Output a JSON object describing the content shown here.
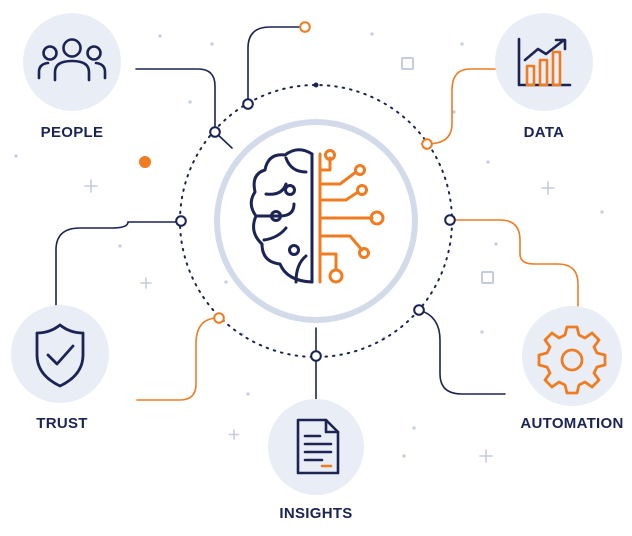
{
  "colors": {
    "navy": "#1b2455",
    "orange": "#f07c22",
    "circle_fill": "#e9edf5",
    "ring": "#d3dbea",
    "decor": "#bcc6dc"
  },
  "nodes": [
    {
      "id": "people",
      "label": "PEOPLE",
      "icon": "people-icon"
    },
    {
      "id": "data",
      "label": "DATA",
      "icon": "bar-chart-icon"
    },
    {
      "id": "trust",
      "label": "TRUST",
      "icon": "shield-check-icon"
    },
    {
      "id": "automation",
      "label": "AUTOMATION",
      "icon": "gear-icon"
    },
    {
      "id": "insights",
      "label": "INSIGHTS",
      "icon": "document-icon"
    }
  ],
  "center": {
    "icon": "brain-circuit-icon"
  }
}
